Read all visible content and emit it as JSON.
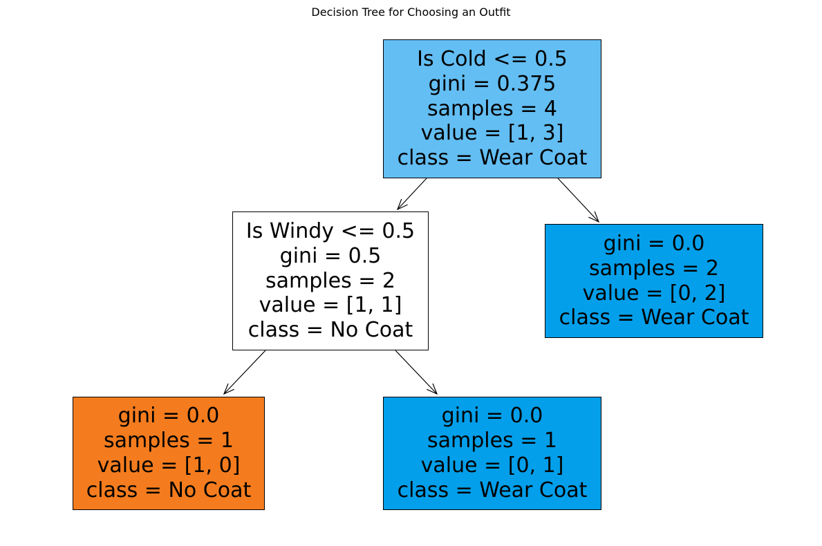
{
  "title": "Decision Tree for Choosing an Outfit",
  "colors": {
    "no_coat": "#f47c1e",
    "wear_coat": "#039fea",
    "wear_coat_light": "#63bef3",
    "neutral": "#ffffff",
    "edge": "#000000"
  },
  "nodes": {
    "root": {
      "split": "Is Cold <= 0.5",
      "gini": "gini = 0.375",
      "samples": "samples = 4",
      "value": "value = [1, 3]",
      "class": "class = Wear Coat",
      "fill": "wear_coat_light"
    },
    "windy": {
      "split": "Is Windy <= 0.5",
      "gini": "gini = 0.5",
      "samples": "samples = 2",
      "value": "value = [1, 1]",
      "class": "class = No Coat",
      "fill": "neutral"
    },
    "cold_leaf": {
      "gini": "gini = 0.0",
      "samples": "samples = 2",
      "value": "value = [0, 2]",
      "class": "class = Wear Coat",
      "fill": "wear_coat"
    },
    "calm_leaf": {
      "gini": "gini = 0.0",
      "samples": "samples = 1",
      "value": "value = [1, 0]",
      "class": "class = No Coat",
      "fill": "no_coat"
    },
    "windy_leaf": {
      "gini": "gini = 0.0",
      "samples": "samples = 1",
      "value": "value = [0, 1]",
      "class": "class = Wear Coat",
      "fill": "wear_coat"
    }
  }
}
